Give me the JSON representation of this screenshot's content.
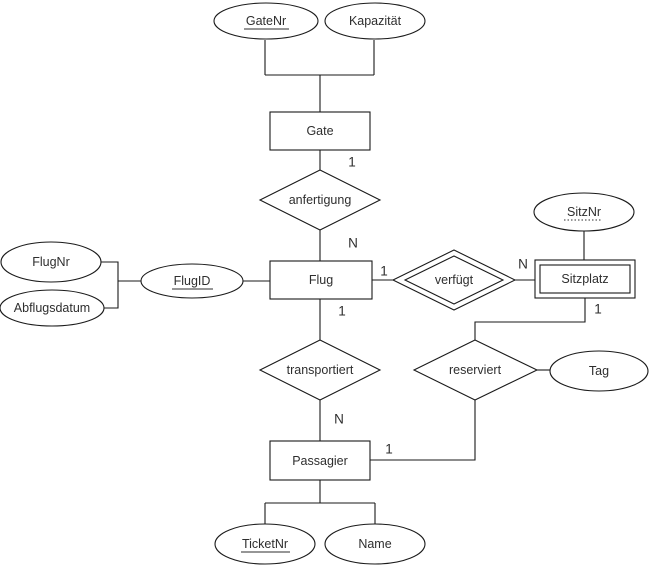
{
  "diagram": {
    "background": "#ffffff",
    "stroke_color": "#1a1a1a",
    "text_color": "#2e2e2e",
    "entities": [
      {
        "label": "Gate",
        "type": "entity"
      },
      {
        "label": "Flug",
        "type": "entity"
      },
      {
        "label": "Sitzplatz",
        "type": "weak-entity"
      },
      {
        "label": "Passagier",
        "type": "entity"
      }
    ],
    "relationships": [
      {
        "label": "anfertigung",
        "type": "relationship",
        "between": "Gate-Flug",
        "cardinality": "1:N"
      },
      {
        "label": "verfügt",
        "type": "identifying-relationship",
        "between": "Flug-Sitzplatz",
        "cardinality": "1:N"
      },
      {
        "label": "transportiert",
        "type": "relationship",
        "between": "Flug-Passagier",
        "cardinality": "1:N"
      },
      {
        "label": "reserviert",
        "type": "relationship",
        "between": "Sitzplatz-Passagier",
        "cardinality": "1:1"
      }
    ],
    "attributes": [
      {
        "label": "GateNr",
        "of": "Gate",
        "underline": "solid"
      },
      {
        "label": "Kapazität",
        "of": "Gate",
        "underline": "none"
      },
      {
        "label": "FlugNr",
        "of": "Flug",
        "underline": "none"
      },
      {
        "label": "Abflugsdatum",
        "of": "Flug",
        "underline": "none"
      },
      {
        "label": "FlugID",
        "of": "Flug",
        "underline": "solid"
      },
      {
        "label": "SitzNr",
        "of": "Sitzplatz",
        "underline": "dotted"
      },
      {
        "label": "Tag",
        "of": "reserviert",
        "underline": "none"
      },
      {
        "label": "TicketNr",
        "of": "Passagier",
        "underline": "solid"
      },
      {
        "label": "Name",
        "of": "Passagier",
        "underline": "none"
      }
    ],
    "cardinality_labels": [
      {
        "label": "1",
        "edge": "Gate-anfertigung"
      },
      {
        "label": "N",
        "edge": "anfertigung-Flug"
      },
      {
        "label": "1",
        "edge": "Flug-verfügt"
      },
      {
        "label": "N",
        "edge": "verfügt-Sitzplatz"
      },
      {
        "label": "1",
        "edge": "Flug-transportiert"
      },
      {
        "label": "1",
        "edge": "Sitzplatz-reserviert"
      },
      {
        "label": "N",
        "edge": "transportiert-Passagier"
      },
      {
        "label": "1",
        "edge": "reserviert-Passagier"
      }
    ]
  }
}
